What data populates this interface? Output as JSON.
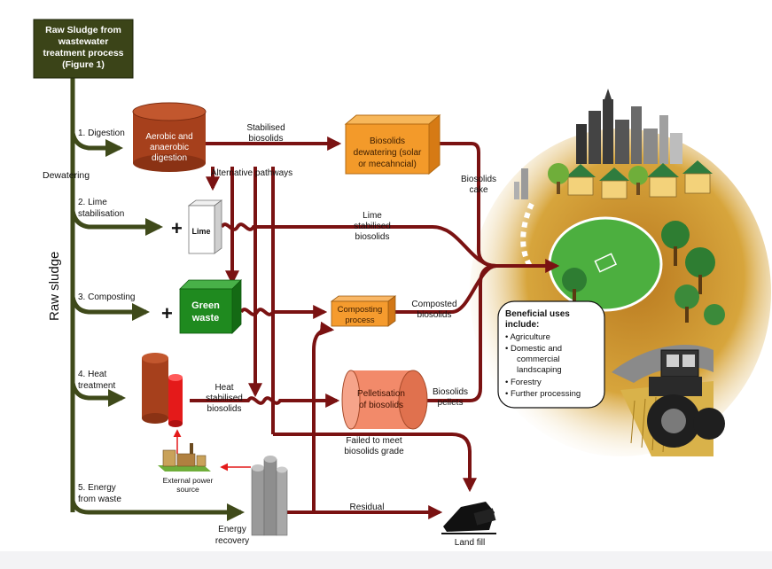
{
  "source_box": {
    "line1": "Raw Sludge from",
    "line2": "wastewater",
    "line3": "treatment process",
    "line4": "(Figure 1)"
  },
  "side_labels": {
    "raw_sludge": "Raw sludge",
    "dewatering": "Dewatering"
  },
  "steps": {
    "digestion": "1. Digestion",
    "lime_1": "2. Lime",
    "lime_2": "stabilisation",
    "composting": "3. Composting",
    "heat_1": "4. Heat",
    "heat_2": "treatment",
    "energy_1": "5. Energy",
    "energy_2": "from waste"
  },
  "nodes": {
    "digester_1": "Aerobic and",
    "digester_2": "anaerobic",
    "digester_3": "digestion",
    "dewatering_1": "Biosolids",
    "dewatering_2": "dewatering (solar",
    "dewatering_3": "or mecahncial)",
    "lime": "Lime",
    "green_1": "Green",
    "green_2": "waste",
    "composting_1": "Composting",
    "composting_2": "process",
    "pellet_1": "Pelletisation",
    "pellet_2": "of biosolids",
    "external_1": "External power",
    "external_2": "source",
    "energy_1": "Energy",
    "energy_2": "recovery",
    "landfill": "Land fill"
  },
  "flow_labels": {
    "stabilised_1": "Stabilised",
    "stabilised_2": "biosolids",
    "alternative": "Alternative pathways",
    "cake_1": "Biosolids",
    "cake_2": "cake",
    "lime_1": "Lime",
    "lime_2": "stabilised",
    "lime_3": "biosolids",
    "composted_1": "Composted",
    "composted_2": "biosolids",
    "heat_1": "Heat",
    "heat_2": "stabilised",
    "heat_3": "biosolids",
    "pellets_1": "Biosolids",
    "pellets_2": "pellets",
    "failed_1": "Failed to meet",
    "failed_2": "biosolids grade",
    "residual": "Residual"
  },
  "beneficial": {
    "title_1": "Beneficial uses",
    "title_2": "include:",
    "item_1": "• Agriculture",
    "item_2": "• Domestic and",
    "item_2b": "commercial",
    "item_2c": "landscaping",
    "item_3": "• Forestry",
    "item_4": "• Further processing"
  },
  "colors": {
    "main_line": "#3f4a1a",
    "flow_line": "#7a1212",
    "digester": "#a6401c",
    "dewatering_box": "#f39a2a",
    "green_box": "#1f8a1f",
    "pellet_drum": "#f28a6a",
    "heat_red": "#e41a1a"
  },
  "icons": [
    "plus-icon",
    "city-icon",
    "tree-icon",
    "tractor-icon",
    "factory-icon",
    "landfill-icon"
  ]
}
